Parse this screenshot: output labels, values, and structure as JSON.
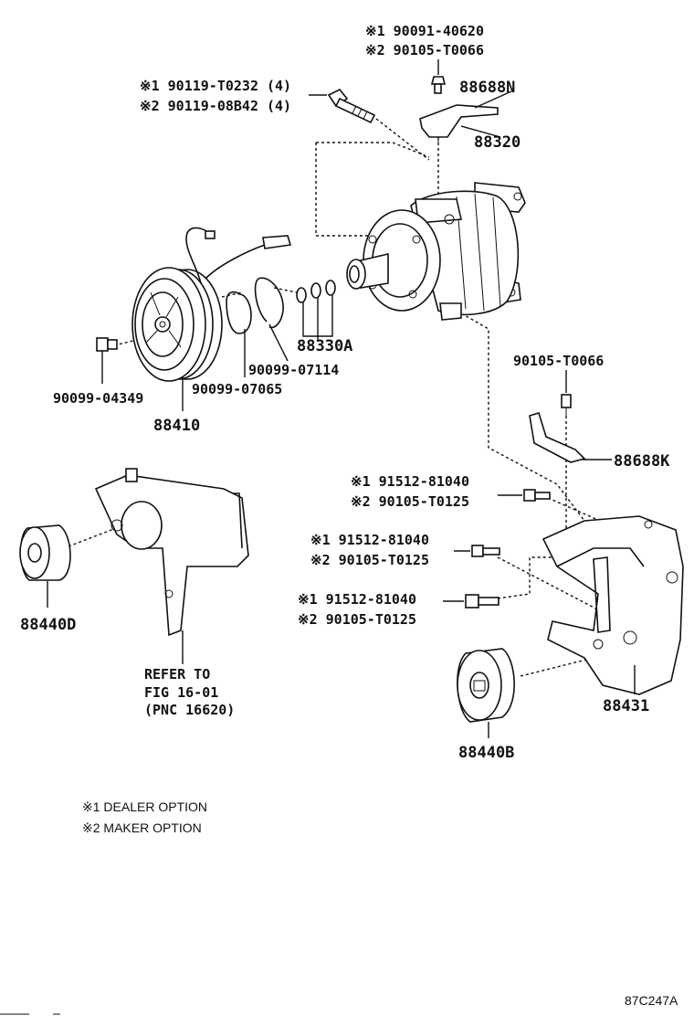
{
  "labels": {
    "comp_bolt_opt1": "※1 90091-40620",
    "comp_bolt_opt2": "※2 90105-T0066",
    "mount_bolt_opt1": "※1 90119-T0232 (4)",
    "mount_bolt_opt2": "※2 90119-08B42 (4)",
    "bracket_n": "88688N",
    "compressor": "88320",
    "clutch_bolt": "90099-04349",
    "clutch": "88410",
    "shim_set": "88330A",
    "snap_ring_outer": "90099-07114",
    "snap_ring_inner": "90099-07065",
    "bracket_k_bolt": "90105-T0066",
    "bracket_k": "88688K",
    "bolt_a_opt1": "※1 91512-81040",
    "bolt_a_opt2": "※2 90105-T0125",
    "bolt_b_opt1": "※1 91512-81040",
    "bolt_b_opt2": "※2 90105-T0125",
    "bolt_c_opt1": "※1 91512-81040",
    "bolt_c_opt2": "※2 90105-T0125",
    "idler_d": "88440D",
    "refer_line1": "REFER TO",
    "refer_line2": "FIG 16-01",
    "refer_line3": "(PNC 16620)",
    "mount_bracket": "88431",
    "idler_b": "88440B"
  },
  "legend": {
    "note1": "※1 DEALER OPTION",
    "note2": "※2 MAKER OPTION"
  },
  "figure_code": "87C247A"
}
